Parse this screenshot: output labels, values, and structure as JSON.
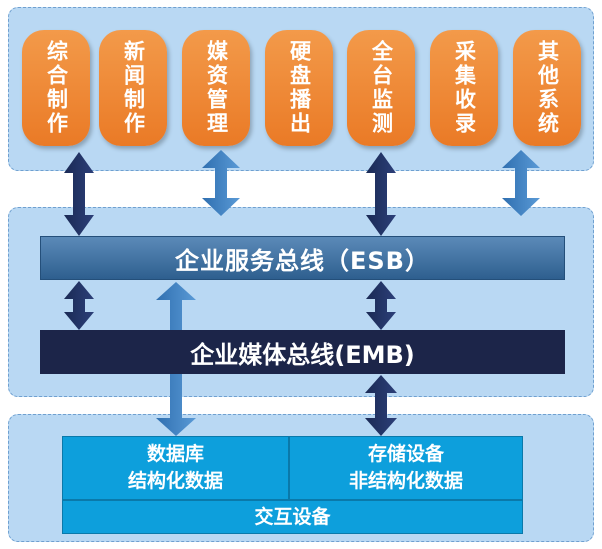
{
  "apps": [
    {
      "label": "综合制作"
    },
    {
      "label": "新闻制作"
    },
    {
      "label": "媒资管理"
    },
    {
      "label": "硬盘播出"
    },
    {
      "label": "全台监测"
    },
    {
      "label": "采集收录"
    },
    {
      "label": "其他系统"
    }
  ],
  "esb": {
    "label": "企业服务总线（ESB）"
  },
  "emb": {
    "label": "企业媒体总线(EMB)"
  },
  "storage": {
    "database": {
      "line1": "数据库",
      "line2": "结构化数据"
    },
    "storage_device": {
      "line1": "存储设备",
      "line2": "非结构化数据"
    },
    "interaction": {
      "label": "交互设备"
    }
  },
  "colors": {
    "app_orange": "#ea7a26",
    "esb_blue": "#3b6e9e",
    "emb_navy": "#1c2549",
    "storage_blue": "#0d9fdc",
    "panel_bg": "#b9d8f3"
  }
}
